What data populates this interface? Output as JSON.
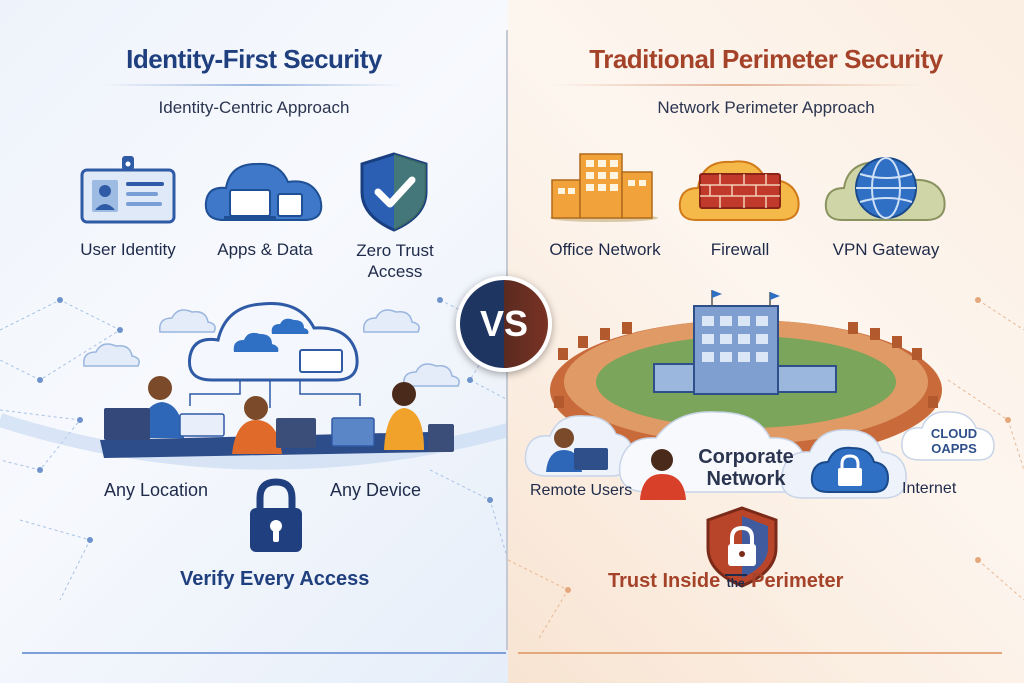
{
  "left": {
    "title": "Identity-First Security",
    "subtitle": "Identity-Centric Approach",
    "icons": [
      {
        "label": "User Identity",
        "icon": "id-card-icon"
      },
      {
        "label": "Apps & Data",
        "icon": "cloud-devices-icon"
      },
      {
        "label": "Zero Trust\nAccess",
        "icon": "shield-check-icon"
      }
    ],
    "any_location": "Any Location",
    "any_device": "Any Device",
    "caption": "Verify Every Access",
    "accent": "#1f3f7e"
  },
  "right": {
    "title": "Traditional Perimeter Security",
    "subtitle": "Network Perimeter Approach",
    "icons": [
      {
        "label": "Office Network",
        "icon": "office-building-icon"
      },
      {
        "label": "Firewall",
        "icon": "firewall-icon"
      },
      {
        "label": "VPN Gateway",
        "icon": "globe-icon"
      }
    ],
    "remote_users": "Remote Users",
    "corporate_network": "Corporate\nNetwork",
    "internet": "Internet",
    "cloud_apps_line1": "CLOUD",
    "cloud_apps_line2": "OAPPS",
    "caption_part1": "Trust Inside",
    "caption_part2": "the",
    "caption_part3": "Perimeter",
    "accent": "#a5432a"
  },
  "vs": "VS"
}
